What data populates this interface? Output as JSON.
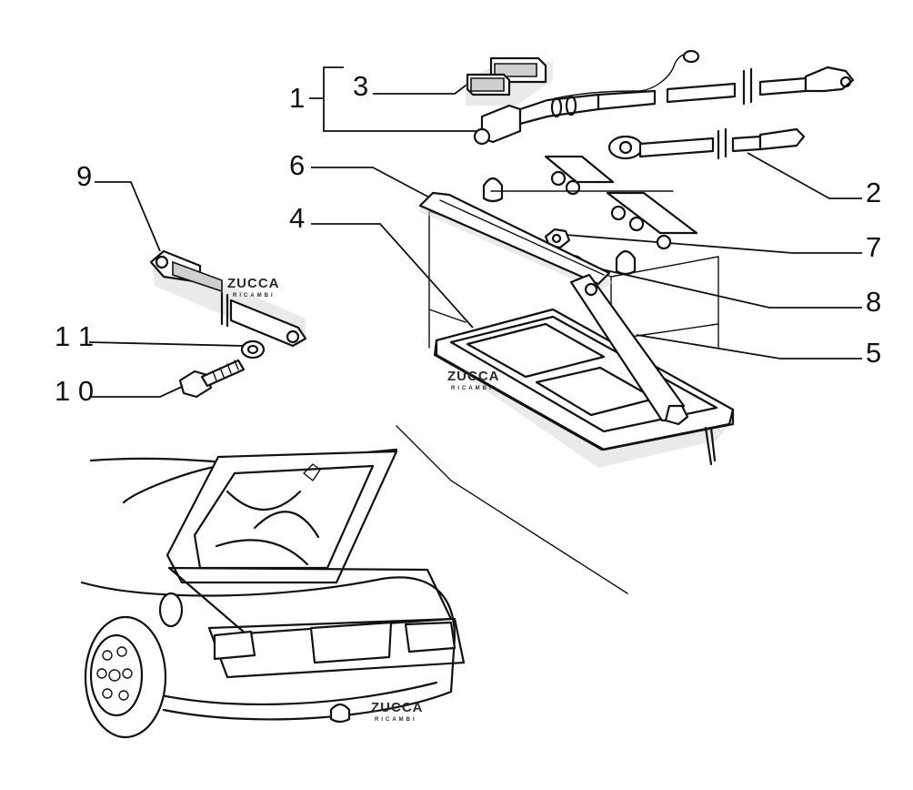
{
  "callouts": [
    {
      "id": "1",
      "text": "1"
    },
    {
      "id": "2",
      "text": "2"
    },
    {
      "id": "3",
      "text": "3"
    },
    {
      "id": "4",
      "text": "4"
    },
    {
      "id": "5",
      "text": "5"
    },
    {
      "id": "6",
      "text": "6"
    },
    {
      "id": "7",
      "text": "7"
    },
    {
      "id": "8",
      "text": "8"
    },
    {
      "id": "9",
      "text": "9"
    },
    {
      "id": "10",
      "text": "1 0"
    },
    {
      "id": "11",
      "text": "1 1"
    }
  ],
  "watermark": {
    "brand": "ZUCCA",
    "sub": "RICAMBI"
  },
  "colors": {
    "ink": "#111111",
    "paper": "#ffffff",
    "shadow": "#d9d9d9"
  }
}
